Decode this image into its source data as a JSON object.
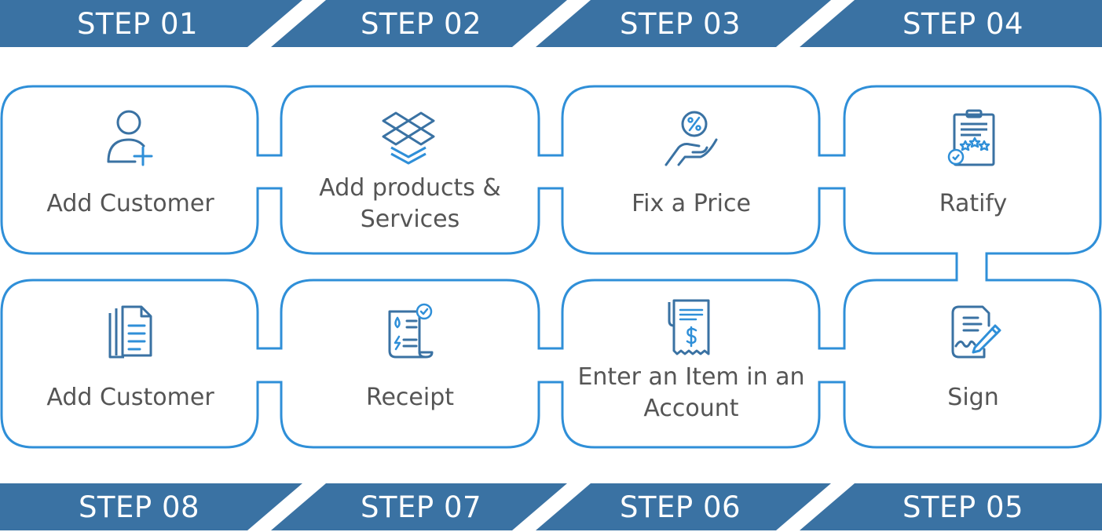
{
  "colors": {
    "banner": "#3a72a3",
    "outline": "#2f8fd8",
    "icon": "#3a72a3",
    "icon_accent": "#2f8fd8",
    "text": "#555555"
  },
  "steps_top": [
    "STEP 01",
    "STEP 02",
    "STEP 03",
    "STEP 04"
  ],
  "steps_bottom": [
    "STEP 08",
    "STEP 07",
    "STEP 06",
    "STEP 05"
  ],
  "cards": [
    {
      "title": "Add Customer",
      "icon": "user-add-icon"
    },
    {
      "title": "Add products & Services",
      "icon": "boxes-icon"
    },
    {
      "title": "Fix a Price",
      "icon": "hand-percent-icon"
    },
    {
      "title": "Ratify",
      "icon": "certificate-icon"
    },
    {
      "title": "Add Customer",
      "icon": "copy-documents-icon"
    },
    {
      "title": "Receipt",
      "icon": "receipt-scroll-icon"
    },
    {
      "title": "Enter an Item in an Account",
      "icon": "invoice-dollar-icon"
    },
    {
      "title": "Sign",
      "icon": "sign-contract-icon"
    }
  ]
}
